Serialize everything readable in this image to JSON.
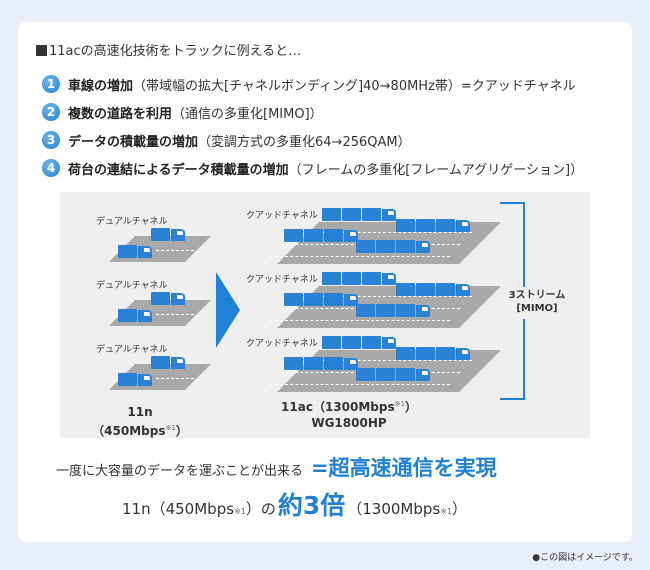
{
  "heading": "11acの高速化技術をトラックに例えると…",
  "items": [
    {
      "num": "1",
      "bold": "車線の増加",
      "rest": "（帯域幅の拡大[チャネルボンディング]40→80MHz帯）=クアッドチャネル"
    },
    {
      "num": "2",
      "bold": "複数の道路を利用",
      "rest": "（通信の多重化[MIMO]）"
    },
    {
      "num": "3",
      "bold": "データの積載量の増加",
      "rest": "（変調方式の多重化64→256QAM）"
    },
    {
      "num": "4",
      "bold": "荷台の連結によるデータ積載量の増加",
      "rest": "（フレームの多重化[フレームアグリゲーション]）"
    }
  ],
  "diagram": {
    "left_label": "デュアルチャネル",
    "right_label": "クアッドチャネル",
    "left_caption": "11n（450Mbps",
    "left_caption_sup": "※1",
    "left_caption_end": "）",
    "right_caption_line1": "11ac（1300Mbps",
    "right_caption_sup": "※1",
    "right_caption_end": "）",
    "right_caption_line2": "WG1800HP",
    "streams_line1": "3ストリーム",
    "streams_line2": "[MIMO]"
  },
  "summary": {
    "line1_text": "一度に大容量のデータを運ぶことが出来る",
    "line1_emph": "=超高速通信を実現",
    "line2_pre": "11n（450Mbps",
    "line2_sup1": "※1",
    "line2_mid": "）の",
    "line2_emph": "約3倍",
    "line2_post": "（1300Mbps",
    "line2_sup2": "※1",
    "line2_end": "）"
  },
  "note": "●この図はイメージです。",
  "colors": {
    "accent": "#1f80d6",
    "background": "#e8eff8",
    "panel": "#efefef"
  }
}
